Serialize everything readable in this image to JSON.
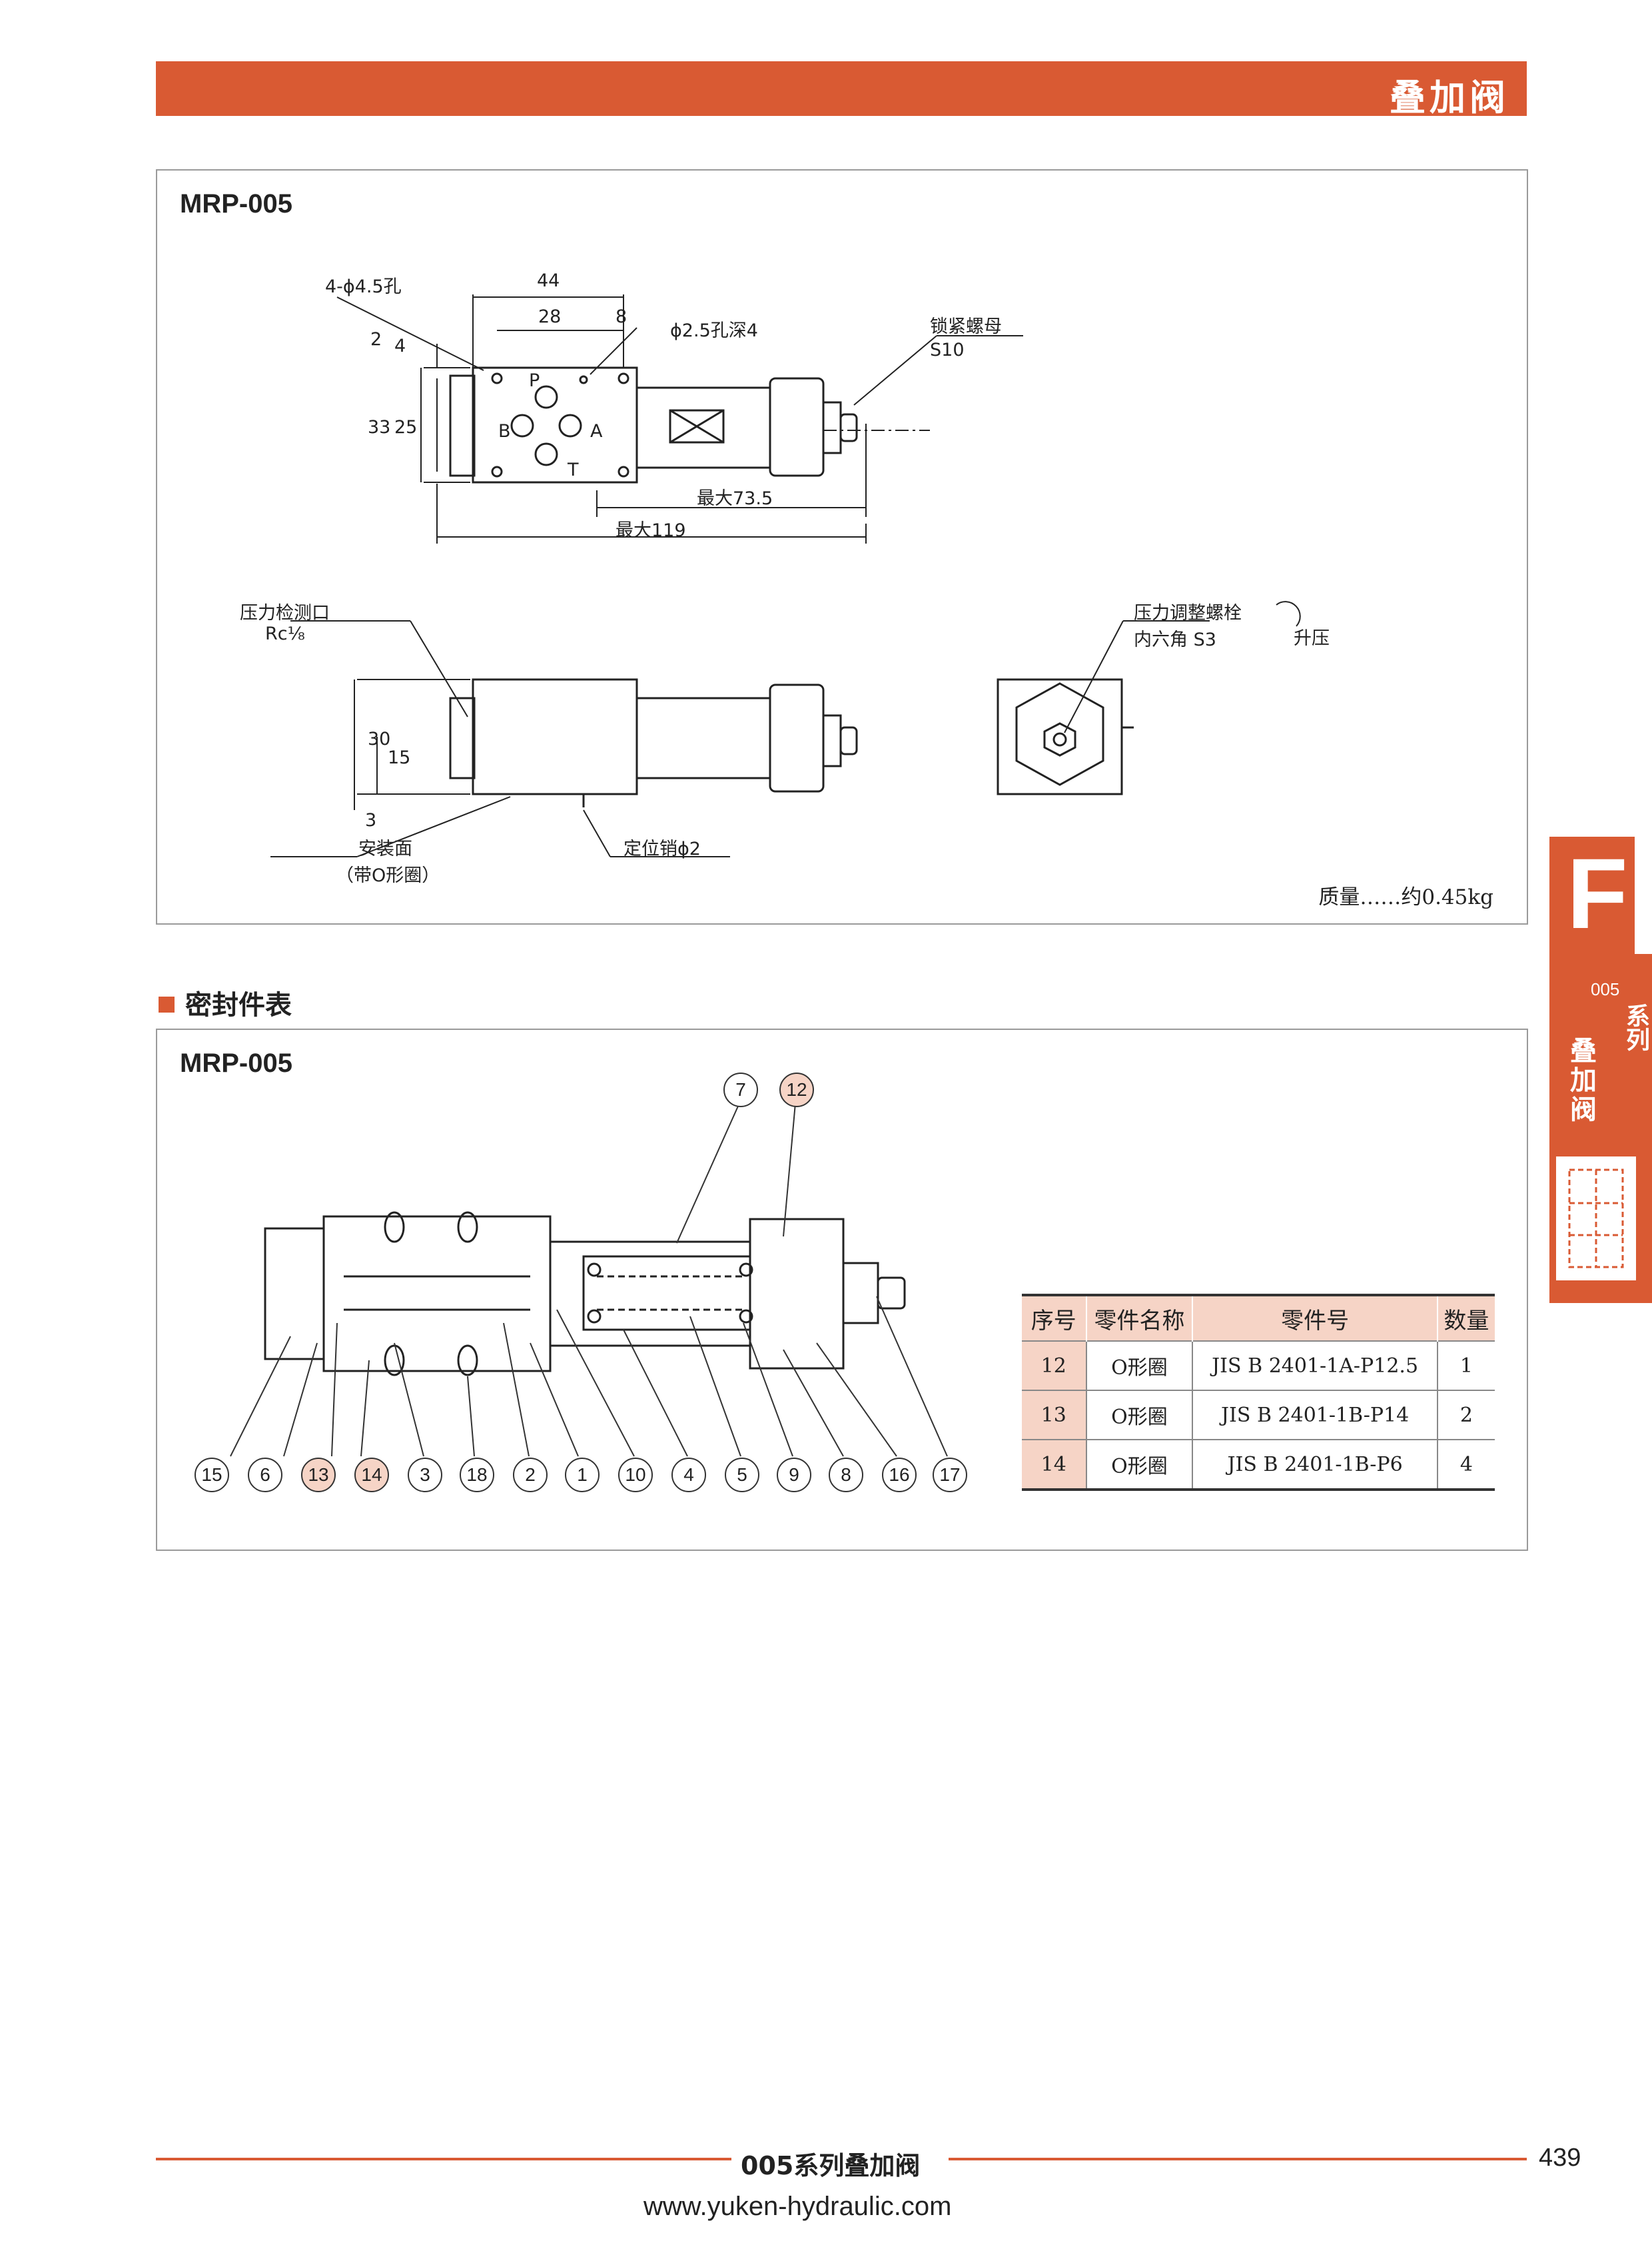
{
  "header": {
    "title": "叠加阀"
  },
  "panel1": {
    "model": "MRP-005",
    "labels": {
      "holes": "4-ϕ4.5孔",
      "dim44": "44",
      "dim28": "28",
      "dim8": "8",
      "pin_hole": "ϕ2.5孔深4",
      "lock_nut": "锁紧螺母",
      "s10": "S10",
      "dim2": "2",
      "dim4": "4",
      "dim33": "33",
      "dim25": "25",
      "port_p": "P",
      "port_b": "B",
      "port_a": "A",
      "port_t": "T",
      "max735": "最大73.5",
      "max119": "最大119",
      "gauge_port": "压力检测口",
      "rc": "Rc⅛",
      "dim30": "30",
      "dim15": "15",
      "dim3": "3",
      "mount_face": "安装面",
      "with_oring": "（带O形圈）",
      "locating_pin": "定位销ϕ2",
      "adj_screw": "压力调整螺栓",
      "hex_socket": "内六角 S3",
      "increase": "升压"
    },
    "mass": "质量……约0.45kg"
  },
  "section2": {
    "title": "密封件表"
  },
  "panel2": {
    "model": "MRP-005",
    "callouts_bottom": [
      {
        "n": "15",
        "hl": false
      },
      {
        "n": "6",
        "hl": false
      },
      {
        "n": "13",
        "hl": true
      },
      {
        "n": "14",
        "hl": true
      },
      {
        "n": "3",
        "hl": false
      },
      {
        "n": "18",
        "hl": false
      },
      {
        "n": "2",
        "hl": false
      },
      {
        "n": "1",
        "hl": false
      },
      {
        "n": "10",
        "hl": false
      },
      {
        "n": "4",
        "hl": false
      },
      {
        "n": "5",
        "hl": false
      },
      {
        "n": "9",
        "hl": false
      },
      {
        "n": "8",
        "hl": false
      },
      {
        "n": "16",
        "hl": false
      },
      {
        "n": "17",
        "hl": false
      }
    ],
    "callouts_top": [
      {
        "n": "7",
        "hl": false
      },
      {
        "n": "12",
        "hl": true
      }
    ]
  },
  "seal_table": {
    "headers": [
      "序号",
      "零件名称",
      "零件号",
      "数量"
    ],
    "rows": [
      [
        "12",
        "O形圈",
        "JIS B 2401-1A-P12.5",
        "1"
      ],
      [
        "13",
        "O形圈",
        "JIS B 2401-1B-P14",
        "2"
      ],
      [
        "14",
        "O形圈",
        "JIS B 2401-1B-P6",
        "4"
      ]
    ]
  },
  "side_tab": {
    "letter": "F",
    "series_num": "005",
    "series": "系列",
    "name": "叠加阀"
  },
  "footer": {
    "title": "005系列叠加阀",
    "url": "www.yuken-hydraulic.com",
    "page": "439"
  },
  "colors": {
    "accent": "#d95a33",
    "highlight": "#f6d4c6"
  }
}
